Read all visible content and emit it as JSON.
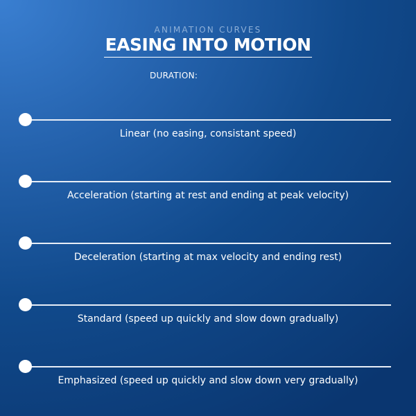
{
  "header": {
    "eyebrow": "ANIMATION CURVES",
    "title": "EASING INTO MOTION",
    "duration_label": "DURATION:"
  },
  "curves": [
    {
      "label": "Linear (no easing, consistant speed)",
      "progress": 0
    },
    {
      "label": "Acceleration (starting at rest and ending at peak velocity)",
      "progress": 0
    },
    {
      "label": "Deceleration (starting at max velocity and ending rest)",
      "progress": 0
    },
    {
      "label": "Standard (speed up quickly and slow down gradually)",
      "progress": 0
    },
    {
      "label": "Emphasized (speed up quickly and slow down very gradually)",
      "progress": 0
    }
  ],
  "colors": {
    "accent": "#ffffff",
    "eyebrow": "#8fb0d8",
    "background_light": "#3a7fd1",
    "background_dark": "#0a3670"
  }
}
